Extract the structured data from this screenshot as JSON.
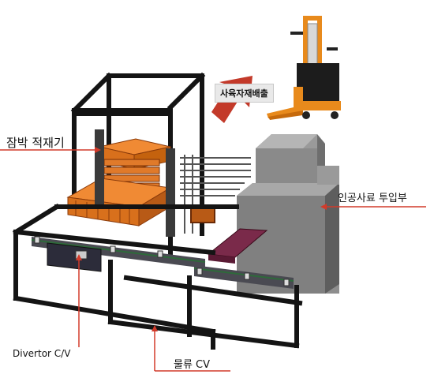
{
  "labels": {
    "material_out": "사육자재배출",
    "stacker": "잠박 적재기",
    "feed_input": "인공사료 투입부",
    "divertor": "Divertor C/V",
    "logistics": "물류 CV"
  },
  "colors": {
    "frame": "#141414",
    "tray": "#e07a2a",
    "tray_dark": "#b85a16",
    "hopper": "#8a8a8a",
    "hopper_dark": "#5e5e5e",
    "arrow_red": "#c33a2a",
    "leader_red": "#d23a2a",
    "forklift": "#e88a1c",
    "pad": "#7a2a4a",
    "belt": "#2e6a3a"
  }
}
